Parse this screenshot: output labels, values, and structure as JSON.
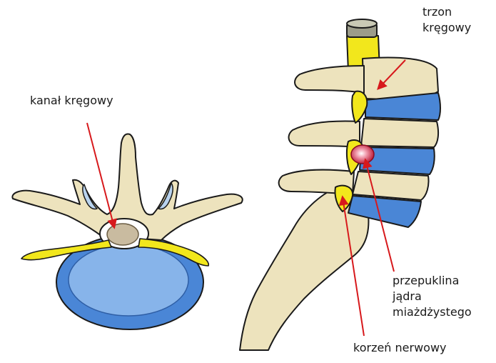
{
  "labels": {
    "spinal_canal": "kanał kręgowy",
    "vertebral_body_line1": "trzon",
    "vertebral_body_line2": "kręgowy",
    "herniation_line1": "przepuklina",
    "herniation_line2": "jądra",
    "herniation_line3": "miażdżystego",
    "nerve_root": "korzeń nerwowy"
  },
  "colors": {
    "bone": "#ede3bd",
    "bone_shadow": "#d8cb96",
    "disc_blue": "#4a86d6",
    "disc_blue_light": "#87b4ea",
    "nerve_yellow": "#f2e71c",
    "outline": "#1a1a1a",
    "pointer_red": "#d7191c",
    "herniation_red": "#c4122f"
  }
}
